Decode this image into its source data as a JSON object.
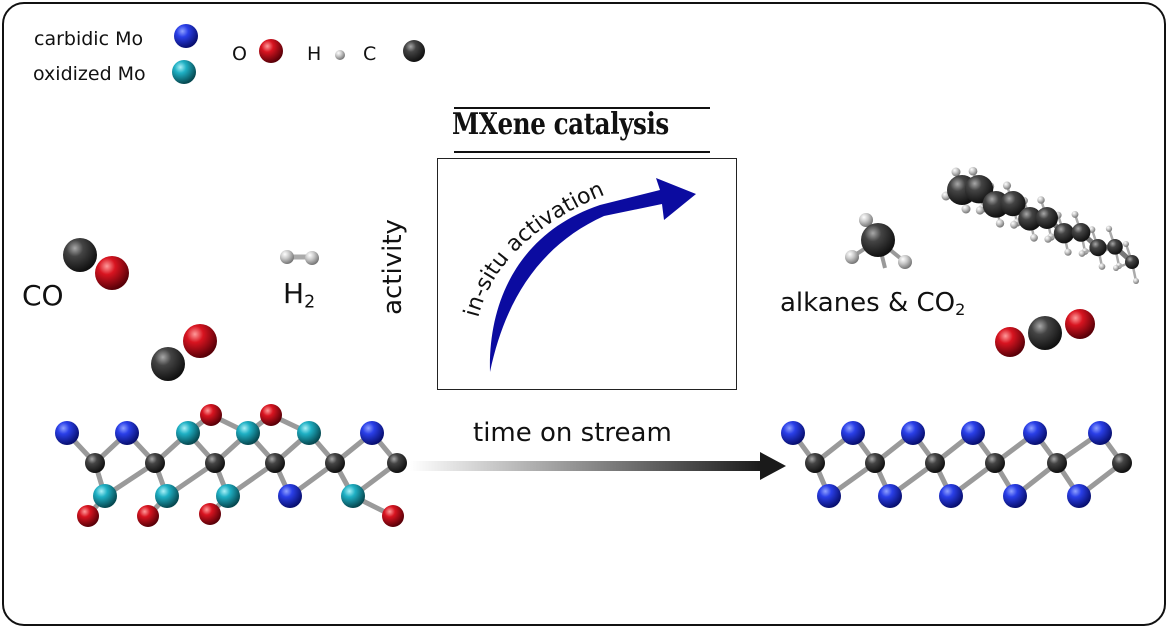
{
  "legend": {
    "carbidic_mo": "carbidic Mo",
    "oxidized_mo": "oxidized Mo",
    "o": "O",
    "h": "H",
    "c": "C"
  },
  "labels": {
    "co": "CO",
    "h2_base": "H",
    "h2_sub": "2",
    "alkanes": "alkanes & CO",
    "alkanes_sub": "2",
    "time_on_stream": "time on stream"
  },
  "panel": {
    "title": "MXene catalysis",
    "y_axis_label": "activity",
    "curve_label": "in-situ activation"
  },
  "colors": {
    "carbidic_mo": "#1a2fd6",
    "oxidized_mo": "#19a6b8",
    "oxygen": "#c0101a",
    "hydrogen": "#c8c8c8",
    "carbon": "#3a3a3a",
    "arrow": "#0a0a9a"
  }
}
